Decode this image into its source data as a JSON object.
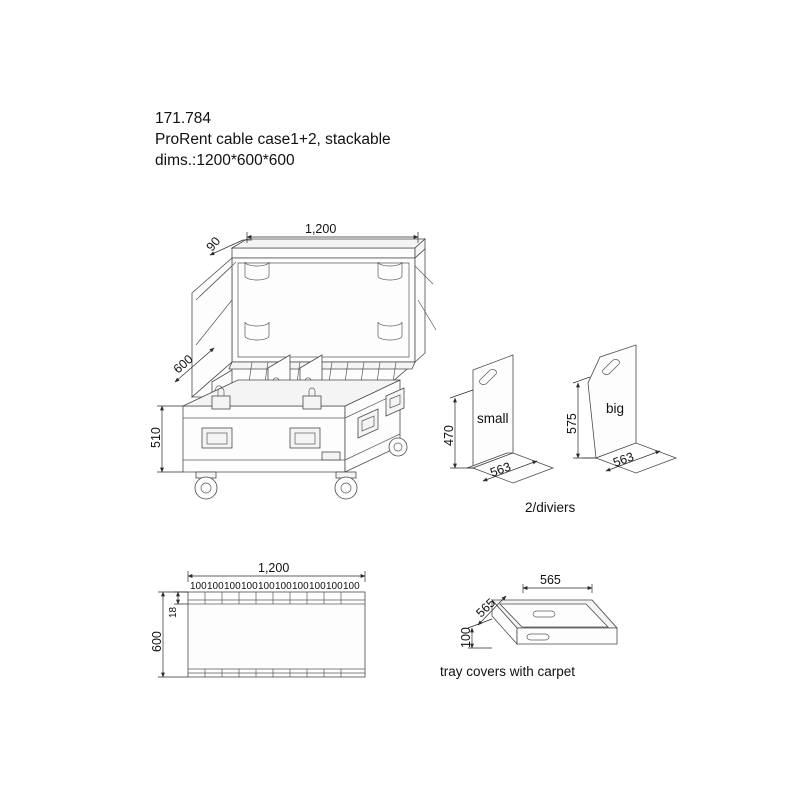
{
  "page": {
    "background": "#ffffff",
    "line_color": "#4a4a4a",
    "text_color": "#111111"
  },
  "header": {
    "code": "171.784",
    "name": "ProRent cable case1+2, stackable",
    "dims": "dims.:1200*600*600"
  },
  "views": {
    "main_case": {
      "name": "open flight case isometric",
      "dimensions": {
        "width": "1,200",
        "lid_thickness": "90",
        "depth": "600",
        "height": "510"
      }
    },
    "divider_small": {
      "label": "small",
      "height": "470",
      "depth": "563"
    },
    "divider_big": {
      "label": "big",
      "height": "575",
      "depth": "563"
    },
    "dividers_caption": "2/diviers",
    "plan": {
      "name": "slot plan view",
      "width": "1,200",
      "height": "600",
      "slot_depth": "18",
      "segments": [
        "100",
        "100",
        "100",
        "100",
        "100",
        "100",
        "100",
        "100",
        "100",
        "100"
      ]
    },
    "tray": {
      "caption": "tray covers with carpet",
      "width": "565",
      "depth": "565",
      "height": "100"
    }
  }
}
